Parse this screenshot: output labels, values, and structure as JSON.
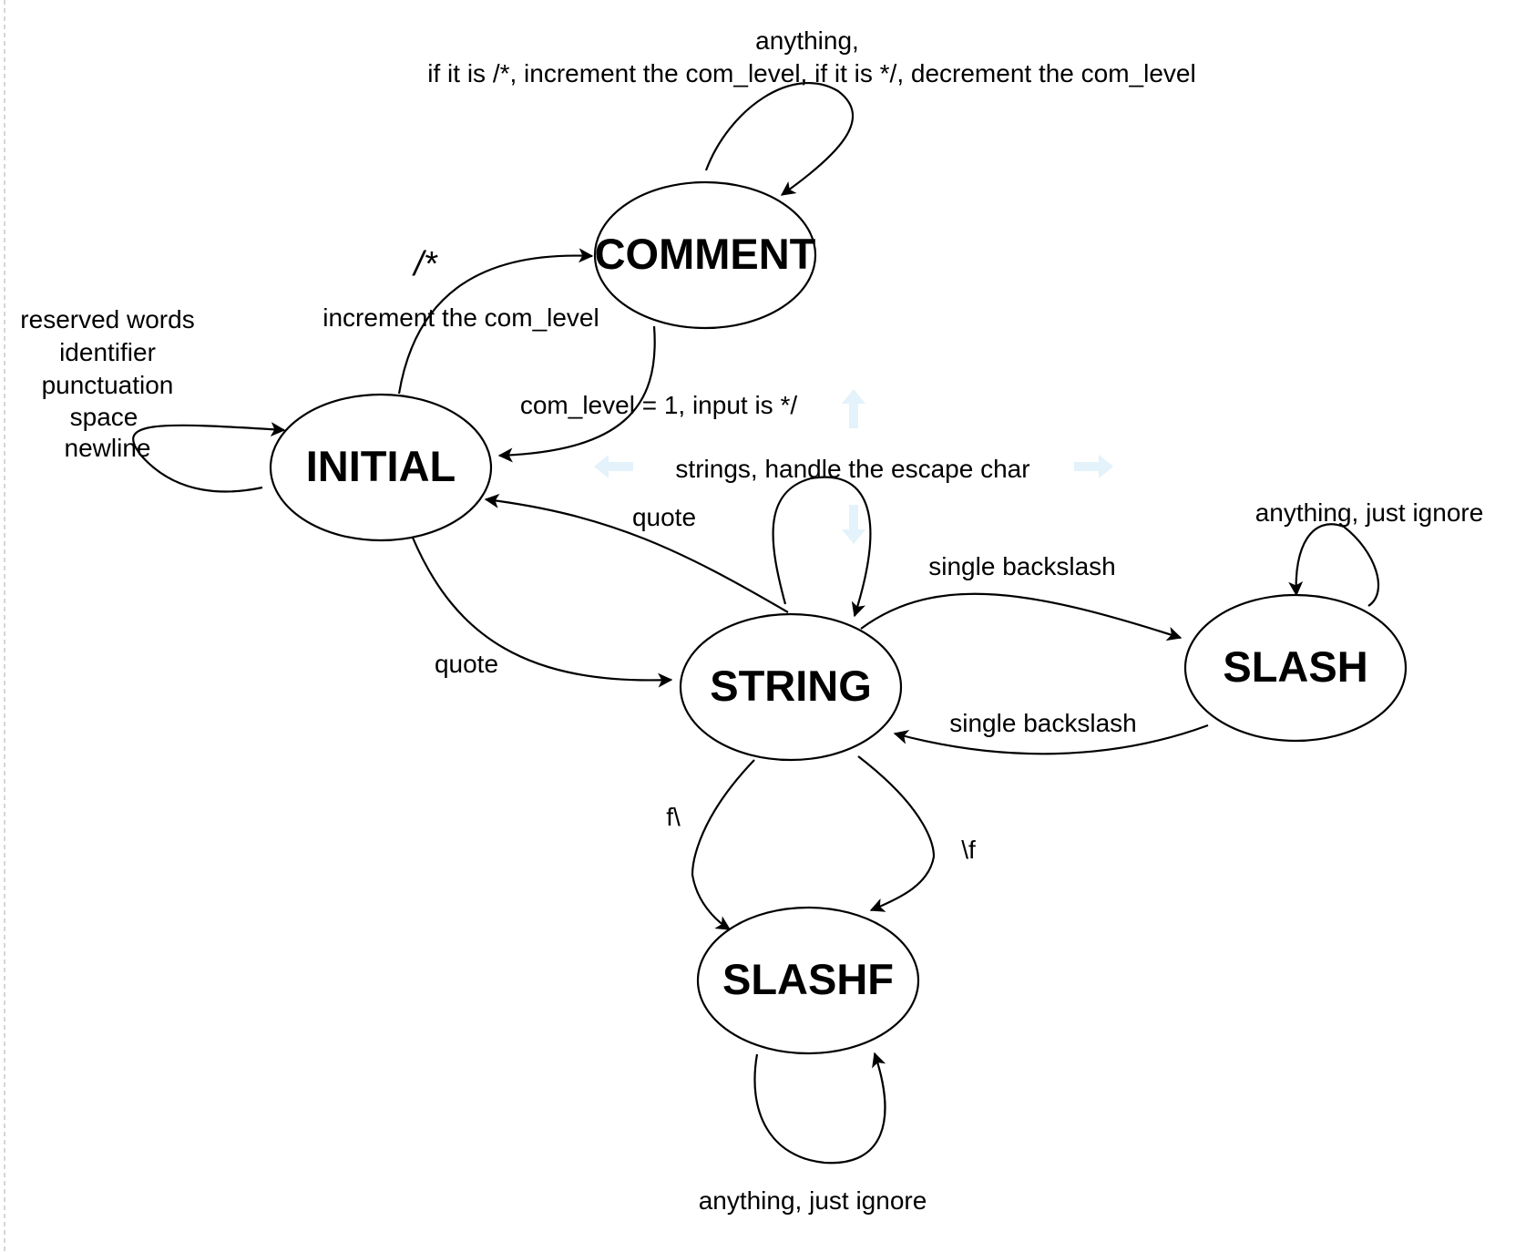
{
  "states": {
    "initial": "INITIAL",
    "comment": "COMMENT",
    "string": "STRING",
    "slash": "SLASH",
    "slashf": "SLASHF"
  },
  "transitions": {
    "comment_self_line1": "anything,",
    "comment_self_line2": "if it is /*, increment the com_level, if it is */, decrement the com_level",
    "initial_to_comment_symbol": "/*",
    "initial_to_comment_action": "increment the com_level",
    "comment_to_initial": "com_level = 1, input is */",
    "initial_self": [
      "reserved words",
      "identifier",
      "punctuation",
      "space",
      "newline"
    ],
    "string_self": "strings, handle the escape char",
    "string_to_initial": "quote",
    "initial_to_string": "quote",
    "string_to_slash": "single backslash",
    "slash_to_string": "single backslash",
    "slash_self": "anything, just ignore",
    "string_to_slashf_left": "f\\",
    "string_to_slashf_right": "\\f",
    "slashf_self": "anything, just ignore"
  },
  "colors": {
    "line": "#000000",
    "background": "#ffffff",
    "canvas_border": "#c8c8c8",
    "selection_hint": "#e3f2fb"
  },
  "icons": [
    "arrow-up-hint-icon",
    "arrow-down-hint-icon",
    "arrow-left-hint-icon",
    "arrow-right-hint-icon"
  ]
}
